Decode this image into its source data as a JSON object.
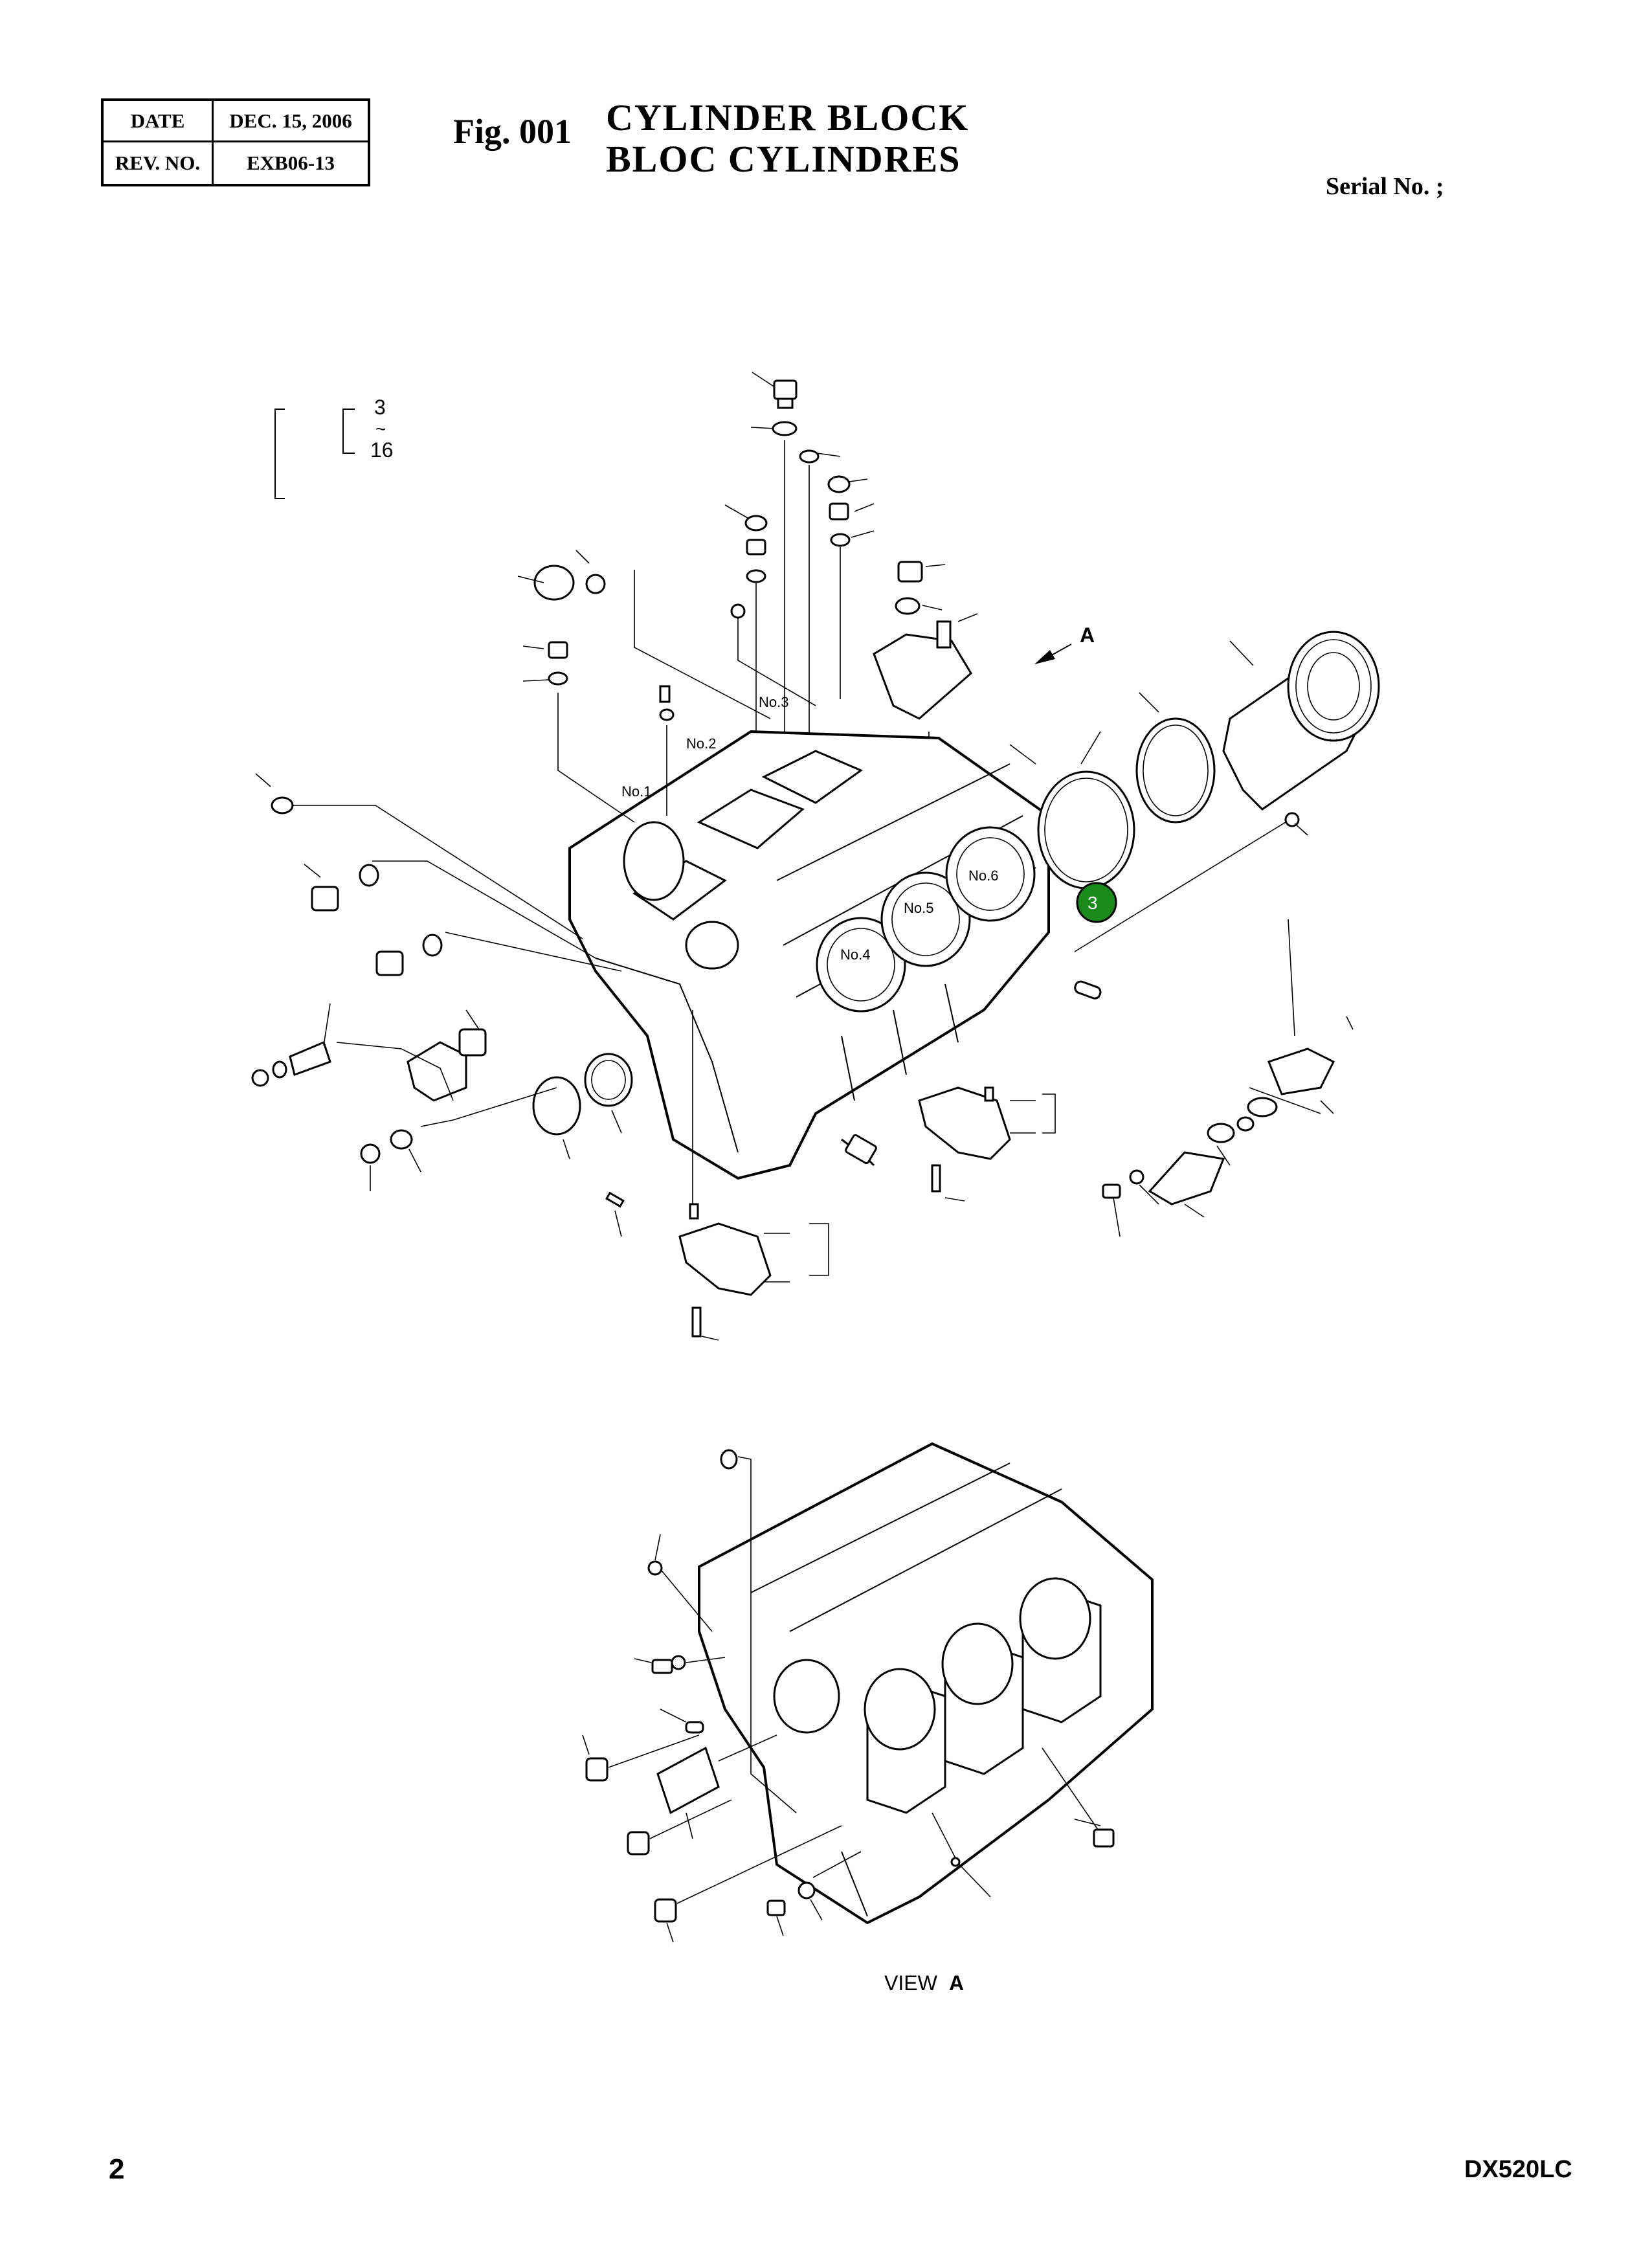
{
  "header": {
    "date_label": "DATE",
    "date_value": "DEC. 15, 2006",
    "rev_label": "REV. NO.",
    "rev_value": "EXB06-13",
    "fig_number": "Fig. 001",
    "title_en": "CYLINDER  BLOCK",
    "title_fr": "BLOC  CYLINDRES",
    "serial_label": "Serial No. ;"
  },
  "diagram": {
    "range_start": "3",
    "range_tilde": "~",
    "range_end": "16",
    "arrow_label": "A",
    "cylinders": [
      "No.1",
      "No.2",
      "No.3",
      "No.4",
      "No.5",
      "No.6"
    ],
    "callout_number": "3",
    "callout_color": "#1a8a1a",
    "view_label": "VIEW",
    "view_letter": "A"
  },
  "footer": {
    "page_number": "2",
    "model": "DX520LC"
  }
}
